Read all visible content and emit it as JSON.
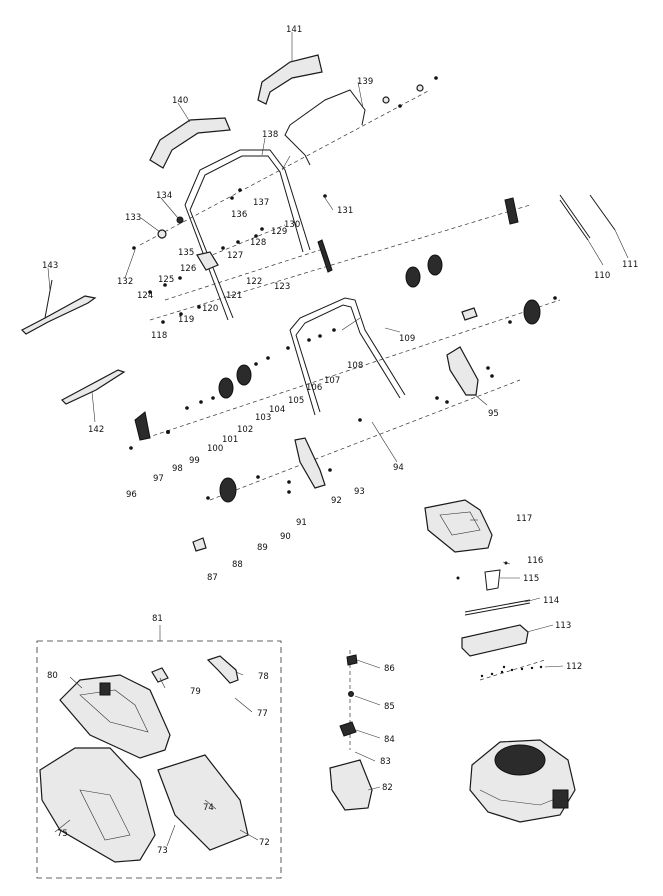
{
  "labels": [
    "72",
    "73",
    "74",
    "75",
    "77",
    "78",
    "79",
    "80",
    "81",
    "82",
    "83",
    "84",
    "85",
    "86",
    "87",
    "88",
    "89",
    "90",
    "91",
    "92",
    "93",
    "94",
    "95",
    "96",
    "97",
    "98",
    "99",
    "100",
    "101",
    "102",
    "103",
    "104",
    "105",
    "106",
    "107",
    "108",
    "109",
    "110",
    "111",
    "112",
    "113",
    "114",
    "115",
    "116",
    "117",
    "118",
    "119",
    "120",
    "121",
    "122",
    "123",
    "124",
    "125",
    "126",
    "127",
    "128",
    "129",
    "130",
    "131",
    "132",
    "133",
    "134",
    "135",
    "136",
    "137",
    "138",
    "139",
    "140",
    "141",
    "142",
    "143"
  ]
}
